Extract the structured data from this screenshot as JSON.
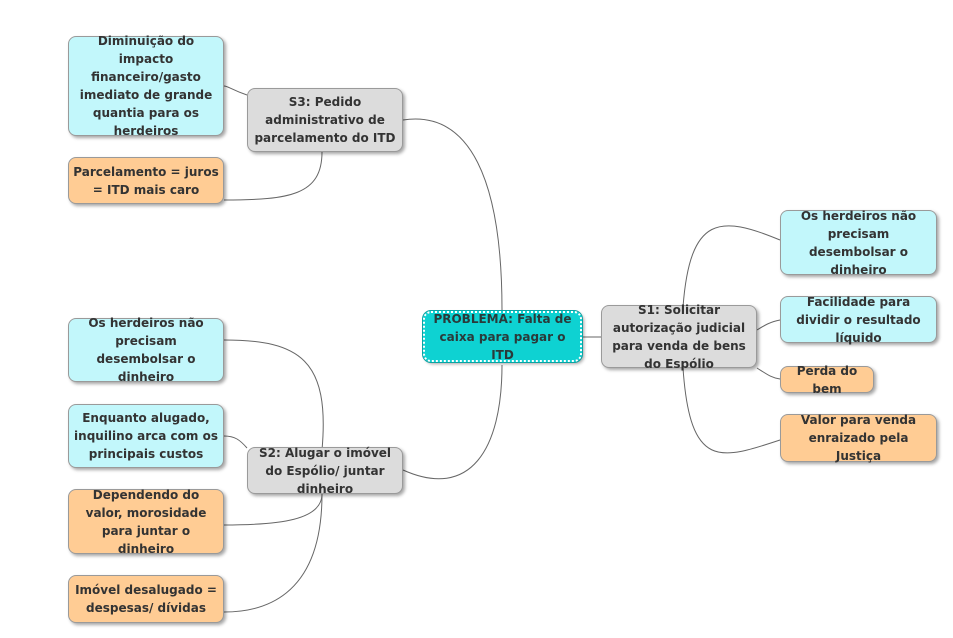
{
  "diagram": {
    "root": "PROBLEMA: Falta de caixa para pagar o ITD",
    "s1": {
      "title": "S1: Solicitar autorização judicial para venda de bens do Espólio",
      "children": [
        {
          "text": "Os herdeiros não precisam desembolsar o dinheiro",
          "kind": "pro"
        },
        {
          "text": "Facilidade para dividir o resultado líquido",
          "kind": "pro"
        },
        {
          "text": "Perda do bem",
          "kind": "con"
        },
        {
          "text": "Valor para venda enraizado pela Justiça",
          "kind": "con"
        }
      ]
    },
    "s2": {
      "title": "S2: Alugar o imóvel do Espólio/ juntar dinheiro",
      "children": [
        {
          "text": "Os herdeiros não precisam desembolsar o dinheiro",
          "kind": "pro"
        },
        {
          "text": "Enquanto alugado, inquilino arca com os principais custos",
          "kind": "pro"
        },
        {
          "text": "Dependendo do valor, morosidade para juntar o dinheiro",
          "kind": "con"
        },
        {
          "text": "Imóvel desalugado = despesas/ dívidas",
          "kind": "con"
        }
      ]
    },
    "s3": {
      "title": "S3: Pedido administrativo de parcelamento do ITD",
      "children": [
        {
          "text": "Diminuição do impacto financeiro/gasto imediato de grande quantia para os herdeiros",
          "kind": "pro"
        },
        {
          "text": "Parcelamento = juros = ITD mais caro",
          "kind": "con"
        }
      ]
    }
  },
  "colors": {
    "root": "#0ed2d2",
    "main": "#dcdcdc",
    "pro": "#c2f7fb",
    "con": "#ffcc94",
    "edge": "#666666"
  }
}
